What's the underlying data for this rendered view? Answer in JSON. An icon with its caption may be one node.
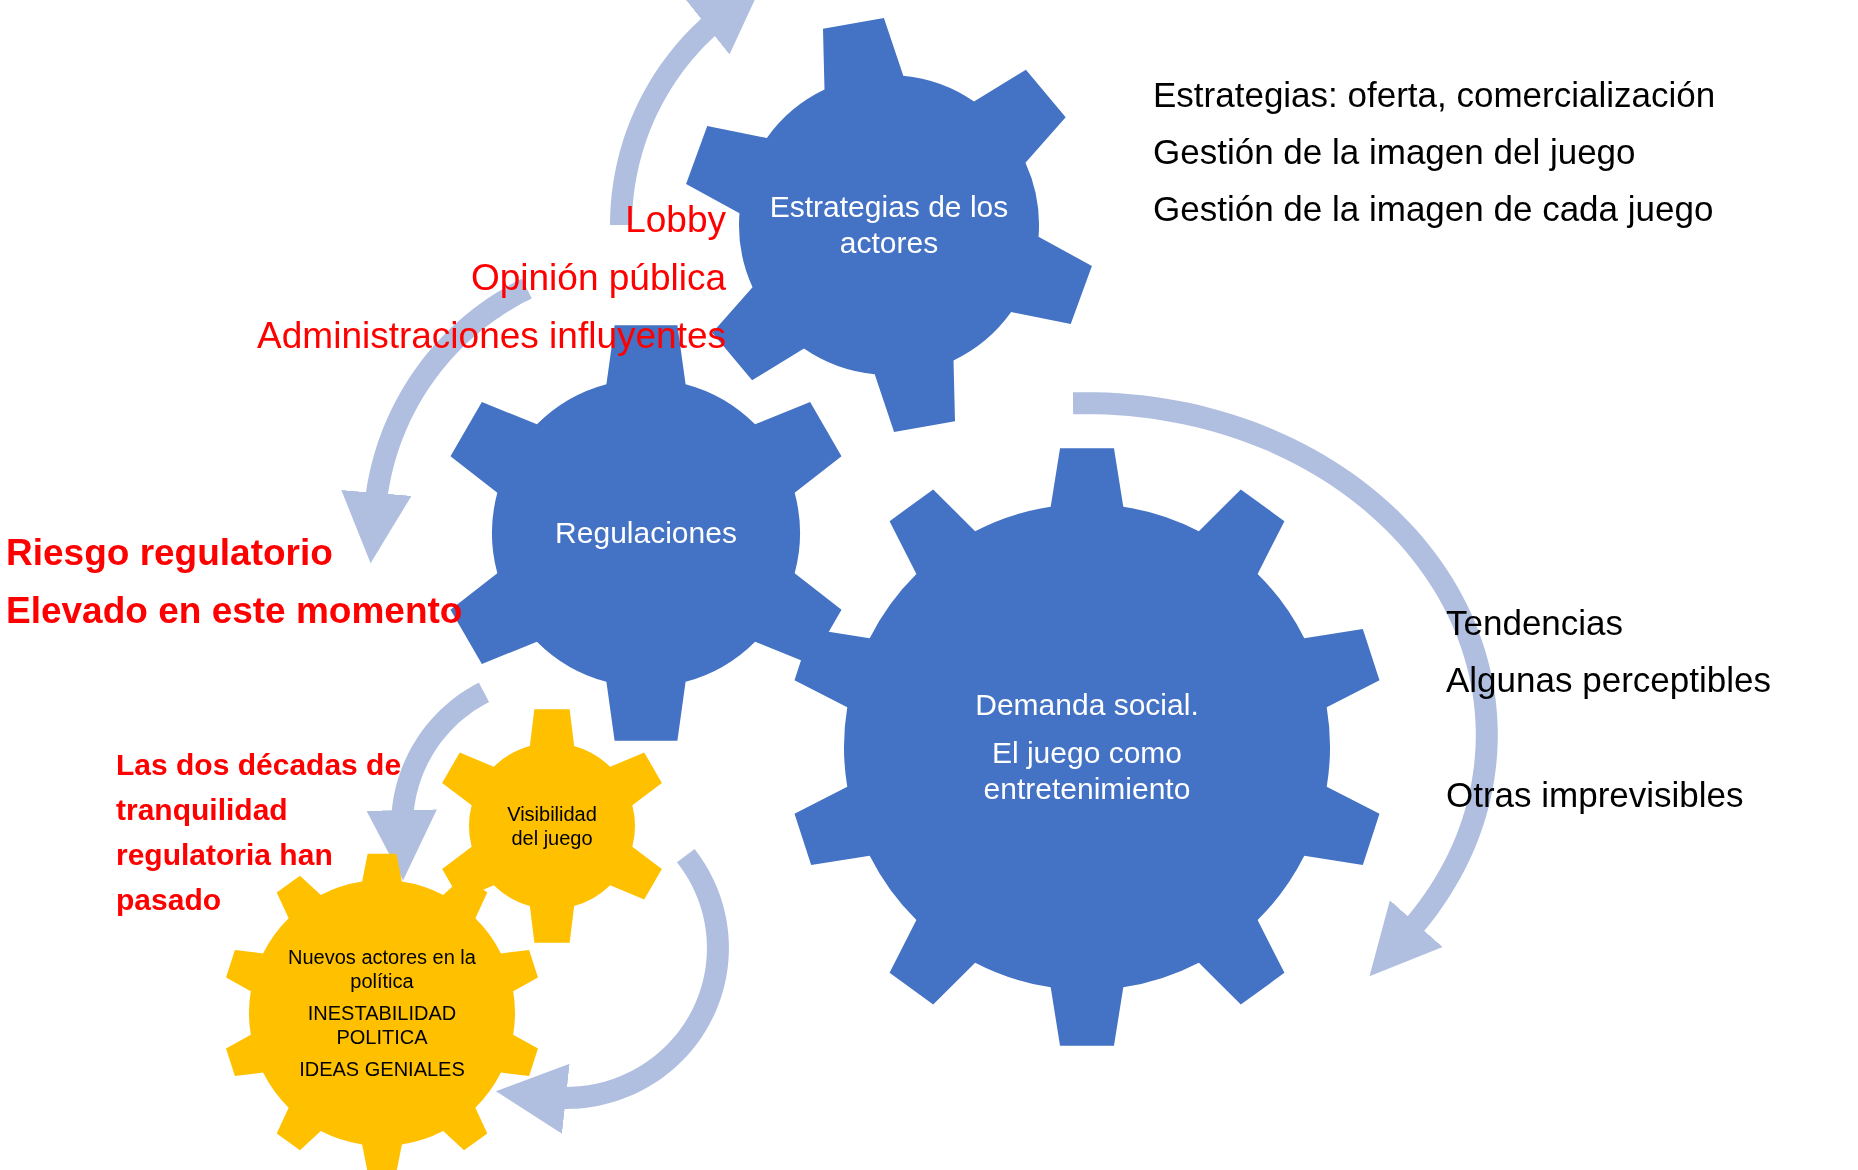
{
  "diagram": {
    "nodes": [
      {
        "text": [
          "Estrategias de los actores"
        ]
      },
      {
        "text": [
          "Regulaciones"
        ]
      },
      {
        "text": [
          "Demanda social.",
          "El juego como entretenimiento"
        ]
      },
      {
        "text": [
          "Visibilidad del juego"
        ]
      },
      {
        "text": [
          "Nuevos actores en la política",
          "INESTABILIDAD POLITICA",
          "IDEAS GENIALES"
        ]
      }
    ],
    "labels": [
      "Estrategias: oferta, comercialización",
      "Gestión de la imagen del juego",
      "Gestión de la imagen de cada juego",
      "Lobby",
      "Opinión pública",
      "Administraciones influyentes",
      "Riesgo regulatorio",
      "Elevado en este momento",
      "Las dos décadas de tranquilidad regulatoria han pasado",
      "Tendencias",
      "Algunas perceptibles",
      "Otras imprevisibles"
    ]
  }
}
